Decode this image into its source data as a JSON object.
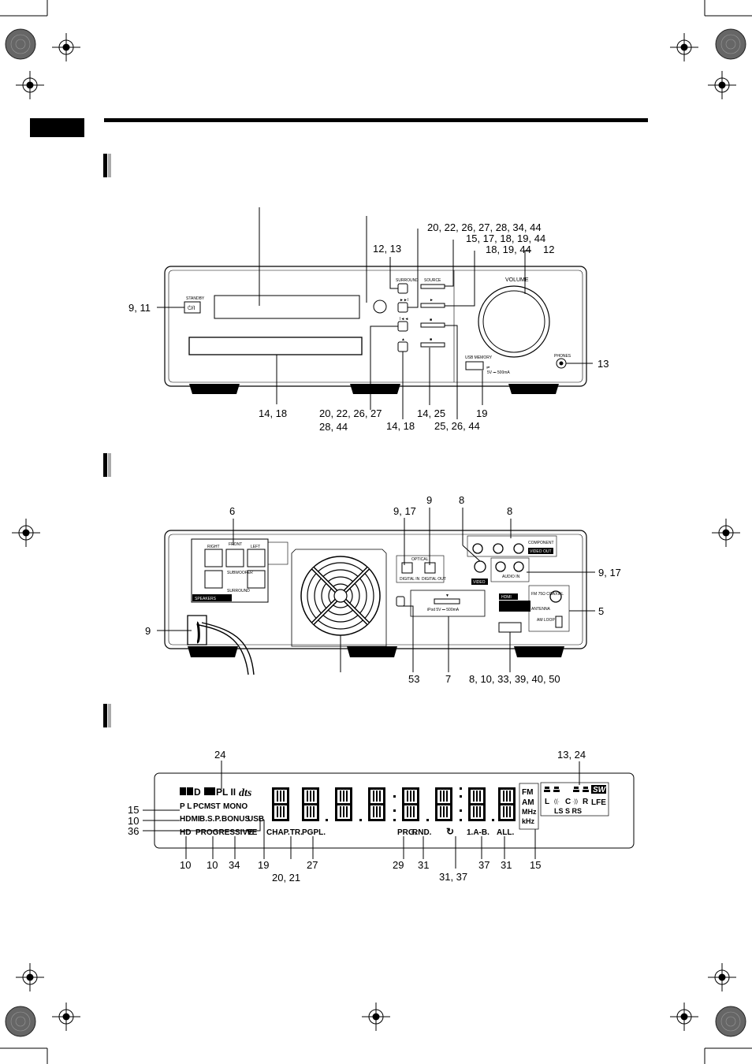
{
  "front_labels": {
    "standby": "9, 11",
    "disc_tray": "14, 18",
    "prev": "20, 22, 26, 27",
    "prev2": "28, 44",
    "eject": "14, 18",
    "surround": "12, 13",
    "next": "20, 22, 26, 27, 28, 34, 44",
    "source": "15, 17, 18, 19, 44",
    "play": "18, 19, 44",
    "volume": "12",
    "stop": "14, 25",
    "pause": "25, 26, 44",
    "usb": "19",
    "phones": "13"
  },
  "front_panel_text": {
    "standby": "STANDBY",
    "surround": "SURROUND",
    "source": "SOURCE",
    "volume": "VOLUME",
    "usb_memory": "USB MEMORY",
    "usb_rating": "5V ⎓ 500mA",
    "phones": "PHONES"
  },
  "rear_labels": {
    "speakers": "6",
    "optical_left": "9, 17",
    "optical_right": "9",
    "video": "8",
    "component": "8",
    "audio_in": "9, 17",
    "antenna": "5",
    "power": "9",
    "ipod_lock": "53",
    "ipod": "7",
    "hdmi": "8, 10, 33, 39, 40, 50"
  },
  "rear_panel_text": {
    "speakers": "SPEAKERS",
    "front": "FRONT",
    "subwoofer": "SUBWOOFER",
    "surround": "SURROUND",
    "right": "RIGHT",
    "left": "LEFT",
    "optical": "OPTICAL",
    "digital_in": "DIGITAL IN",
    "digital_out": "DIGITAL OUT",
    "video": "VIDEO",
    "component": "COMPONENT",
    "video_out": "VIDEO OUT",
    "audio_in": "AUDIO IN",
    "ipod": "iPod  5V ⎓ 500mA",
    "hdmi": "HDMI",
    "fm": "FM 75Ω COAXIAL",
    "antenna": "ANTENNA",
    "am": "AM LOOP"
  },
  "display_labels": {
    "top_dolby": "24",
    "top_speakers": "13, 24",
    "pl_pcm": "15",
    "hdmi": "10",
    "usb": "36",
    "hd": "10",
    "progressive": "10",
    "ve": "34",
    "bonus": "19",
    "chap": "20, 21",
    "pgpl": "27",
    "prg": "29",
    "rnd": "31",
    "repeat": "31, 37",
    "ab": "37",
    "all": "31",
    "band": "15"
  },
  "display_indicators": {
    "dts": "dts",
    "plii": "PL II",
    "pl": "P L",
    "pcm": "PCM",
    "st": "ST",
    "mono": "MONO",
    "hdmi": "HDMI",
    "bsp": "B.S.P.",
    "bonus": "BONUS",
    "usb": "USB",
    "hd": "HD",
    "progressive": "PROGRESSIVE",
    "ve": "VE",
    "chap": "CHAP.TR.",
    "pgpl": "PGPL.",
    "prg": "PRG.",
    "rnd": "RND.",
    "one_ab": "1.A-B.",
    "all": "ALL.",
    "fm": "FM",
    "am": "AM",
    "mhz": "MHz",
    "khz": "kHz",
    "sw": "SW",
    "l": "L",
    "c": "C",
    "r": "R",
    "lfe": "LFE",
    "ls_s_rs": "LS S RS"
  }
}
